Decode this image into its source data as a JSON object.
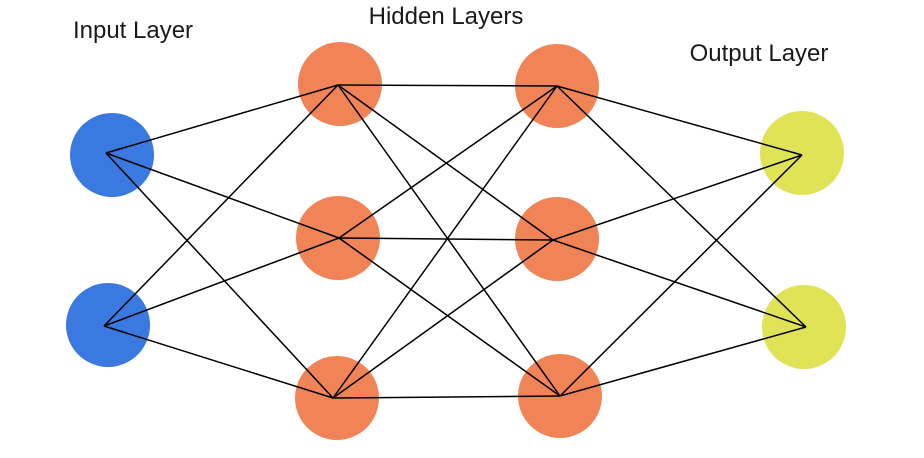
{
  "labels": {
    "input": "Input Layer",
    "hidden": "Hidden Layers",
    "output": "Output Layer"
  },
  "colors": {
    "input": "#3a79e0",
    "hidden": "#f08457",
    "output": "#e1e356",
    "edge": "#000000"
  },
  "network": {
    "layers": [
      {
        "id": "input",
        "nodes": 2
      },
      {
        "id": "hidden-1",
        "nodes": 3
      },
      {
        "id": "hidden-2",
        "nodes": 3
      },
      {
        "id": "output",
        "nodes": 2
      }
    ],
    "connectivity": "fully-connected"
  }
}
